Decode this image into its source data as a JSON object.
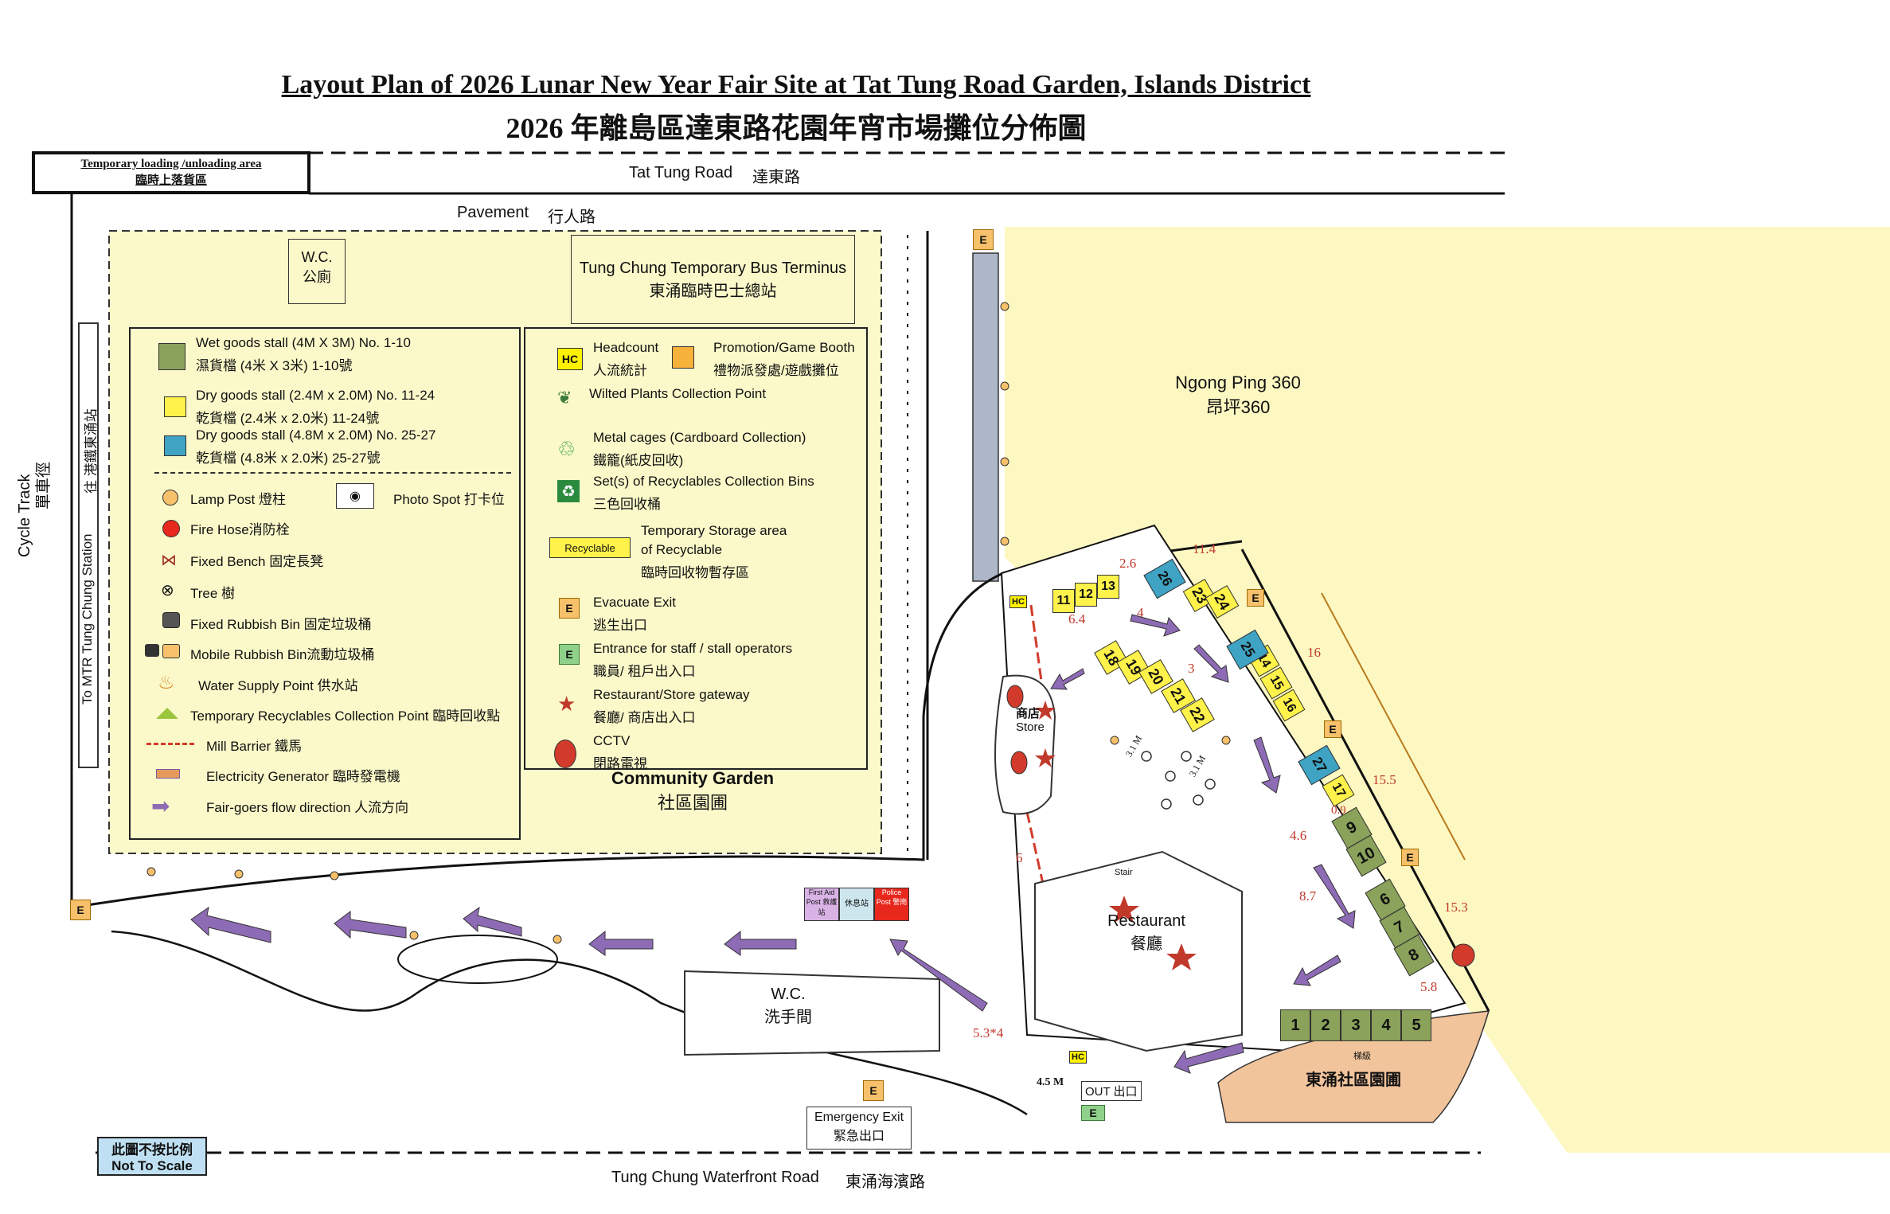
{
  "title_en": "Layout Plan of 2026 Lunar New Year Fair Site at Tat Tung Road Garden, Islands District",
  "title_zh": "2026 年離島區達東路花園年宵市場攤位分佈圖",
  "roads": {
    "top": "Tat Tung Road",
    "top_zh": "達東路",
    "bottom": "Tung Chung Waterfront Road",
    "bottom_zh": "東涌海濱路",
    "pavement": "Pavement",
    "pavement_zh": "行人路",
    "cycle_en": "Cycle Track",
    "cycle_zh": "單車徑",
    "mtr_en": "To MTR Tung Chung Station",
    "mtr_zh": "往 港鐵東涌站"
  },
  "loading": {
    "en": "Temporary loading /unloading area",
    "zh": "臨時上落貨區"
  },
  "places": {
    "wc_top_en": "W.C.",
    "wc_top_zh": "公廁",
    "bus_en": "Tung Chung Temporary Bus Terminus",
    "bus_zh": "東涌臨時巴士總站",
    "ngong_en": "Ngong Ping 360",
    "ngong_zh": "昂坪360",
    "garden_en": "Community Garden",
    "garden_zh": "社區園圃",
    "wc_bottom_en": "W.C.",
    "wc_bottom_zh": "洗手間",
    "restaurant_en": "Restaurant",
    "restaurant_zh": "餐廳",
    "store_zh": "商店",
    "store_en": "Store",
    "tc_garden_zh": "東涌社區園圃",
    "emergency_en": "Emergency Exit",
    "emergency_zh": "緊急出口",
    "out_label": "OUT 出口",
    "first_aid": "First Aid Post 救護站",
    "rest": "休息站",
    "police": "Police Post 警崗",
    "stair": "Stair",
    "stair_zh": "梯級"
  },
  "scale_note": {
    "zh": "此圖不按比例",
    "en": "Not To Scale"
  },
  "legend_left": [
    {
      "icon": "wet-goods-swatch",
      "en": "Wet goods stall (4M X 3M)  No. 1-10",
      "zh": "濕貨檔 (4米 X 3米)   1-10號"
    },
    {
      "icon": "dry-goods-swatch",
      "en": "Dry goods stall (2.4M x 2.0M)  No. 11-24",
      "zh": "乾貨檔 (2.4米 x 2.0米)  11-24號"
    },
    {
      "icon": "dry-goods-large-swatch",
      "en": "Dry goods stall (4.8M x 2.0M)  No. 25-27",
      "zh": "乾貨檔 (4.8米 x 2.0米)  25-27號"
    },
    {
      "icon": "lamp-post-icon",
      "text": "Lamp Post 燈柱"
    },
    {
      "icon": "photo-spot-icon",
      "text": "Photo Spot 打卡位"
    },
    {
      "icon": "fire-hose-icon",
      "text": "Fire Hose消防栓"
    },
    {
      "icon": "fixed-bench-icon",
      "text": "Fixed Bench 固定長凳"
    },
    {
      "icon": "tree-icon",
      "text": "Tree  樹"
    },
    {
      "icon": "fixed-bin-icon",
      "text": "Fixed Rubbish Bin 固定垃圾桶"
    },
    {
      "icon": "mobile-bin-icon",
      "text": "Mobile Rubbish Bin流動垃圾桶"
    },
    {
      "icon": "water-supply-icon",
      "text": "Water Supply Point  供水站"
    },
    {
      "icon": "recyclables-point-icon",
      "text": "Temporary Recyclables Collection Point 臨時回收點"
    },
    {
      "icon": "mill-barrier-icon",
      "text": "Mill Barrier  鐵馬"
    },
    {
      "icon": "generator-icon",
      "text": "Electricity Generator 臨時發電機"
    },
    {
      "icon": "flow-arrow-icon",
      "text": "Fair-goers flow direction  人流方向"
    }
  ],
  "legend_right": [
    {
      "icon": "headcount-icon",
      "en": "Headcount",
      "zh": "人流統計"
    },
    {
      "icon": "promotion-booth-icon",
      "en": "Promotion/Game Booth",
      "zh": "禮物派發處/遊戲攤位"
    },
    {
      "icon": "wilted-plants-icon",
      "en": "Wilted Plants Collection Point",
      "zh": ""
    },
    {
      "icon": "metal-cage-icon",
      "en": "Metal cages (Cardboard Collection)",
      "zh": "鐵籠(紙皮回收)"
    },
    {
      "icon": "recycle-bins-icon",
      "en": "Set(s) of Recyclables Collection Bins",
      "zh": "三色回收桶"
    },
    {
      "icon": "recyclable-storage-icon",
      "en": "Temporary Storage area",
      "en2": "of Recyclable",
      "zh": "臨時回收物暫存區",
      "tag": "Recyclable"
    },
    {
      "icon": "evacuate-exit-icon",
      "en": "Evacuate Exit",
      "zh": "逃生出口",
      "tag": "E"
    },
    {
      "icon": "staff-entrance-icon",
      "en": "Entrance for staff / stall operators",
      "zh": "職員/ 租戶出入口",
      "tag": "E"
    },
    {
      "icon": "restaurant-gateway-icon",
      "en": "Restaurant/Store gateway",
      "zh": "餐廳/ 商店出入口"
    },
    {
      "icon": "cctv-icon",
      "en": "CCTV",
      "zh": "閉路電視"
    }
  ],
  "headcount_tag": "HC",
  "stalls": {
    "wet": [
      "1",
      "2",
      "3",
      "4",
      "5",
      "6",
      "7",
      "8",
      "9",
      "10"
    ],
    "dry": [
      "11",
      "12",
      "13",
      "14",
      "15",
      "16",
      "17",
      "18",
      "19",
      "20",
      "21",
      "22",
      "23",
      "24"
    ],
    "dry_large": [
      "25",
      "26",
      "27"
    ]
  },
  "dimensions": [
    "11.4",
    "2.6",
    "6.4",
    "4",
    "3",
    "16",
    "15.5",
    "4.6",
    "0.9",
    "8.7",
    "15.3",
    "5.8",
    "5.3*4",
    "4.5 M",
    "6",
    "3.1 M",
    "3.1 M"
  ],
  "colors": {
    "site_fill": "#fbf9c9",
    "ngong_fill": "#fdf8c2",
    "wet": "#8aa25a",
    "dry": "#fff24a",
    "dry_large": "#3fa3c4",
    "flow": "#8e6bb5",
    "exit": "#f7c16b",
    "staff_exit": "#8fd18a",
    "barrier": "#d23b2b",
    "tc_garden": "#f2c49c"
  }
}
